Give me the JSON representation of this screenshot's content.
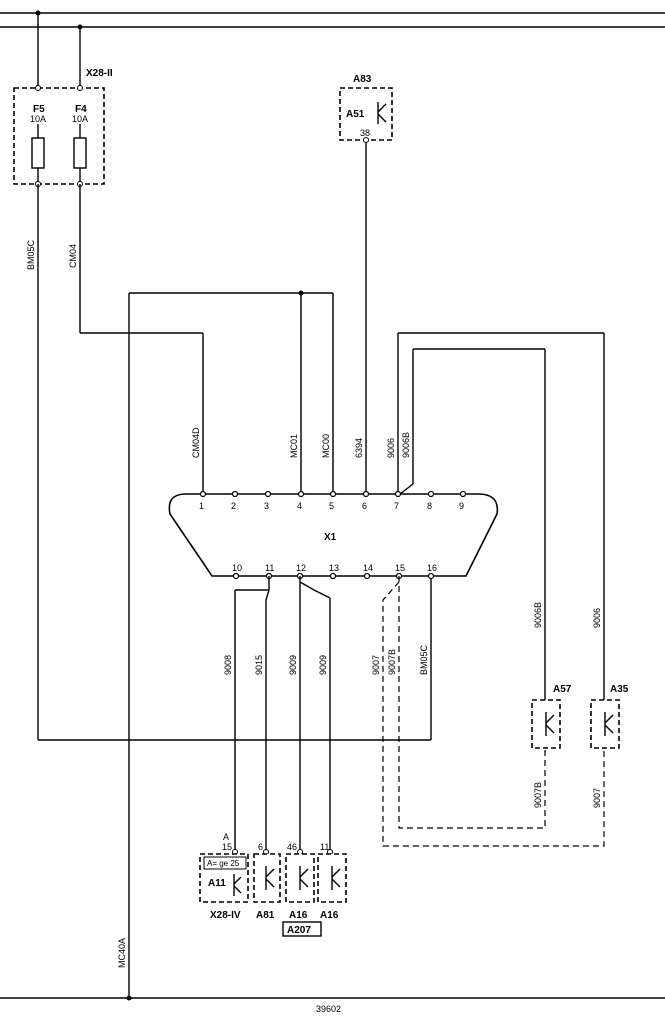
{
  "connector_x1": {
    "label": "X1",
    "top_pins": [
      "1",
      "2",
      "3",
      "4",
      "5",
      "6",
      "7",
      "8",
      "9"
    ],
    "bottom_pins": [
      "10",
      "11",
      "12",
      "13",
      "14",
      "15",
      "16"
    ]
  },
  "fuse_block": {
    "label": "X28-II",
    "fuses": [
      {
        "id": "F5",
        "rating": "10A"
      },
      {
        "id": "F4",
        "rating": "10A"
      }
    ]
  },
  "module_top": {
    "group": "A83",
    "label": "A51",
    "pin": "38"
  },
  "wires": {
    "bm05c_left": "BM05C",
    "cm04": "CM04",
    "cm04d": "CM04D",
    "mc01": "MC01",
    "mc00": "MC00",
    "w6394": "6394",
    "w9006": "9006",
    "w9006b_top": "9006B",
    "w9008": "9008",
    "w9015": "9015",
    "w9009a": "9009",
    "w9009b": "9009",
    "w9007": "9007",
    "w9007b": "9007B",
    "bm05c_right": "BM05C",
    "w9006b_side": "9006B",
    "w9005_side": "9006",
    "w9007b_low": "9007B",
    "w9007_low": "9007",
    "mc40a": "MC40A"
  },
  "side_modules": [
    {
      "label": "A57"
    },
    {
      "label": "A35"
    }
  ],
  "bottom_modules": {
    "a11": {
      "pin": "15",
      "pin_top": "A",
      "note": "A= ge 25",
      "label": "A11",
      "below": "X28-IV"
    },
    "a81": {
      "pin": "6",
      "label": "A81"
    },
    "a16a": {
      "pin": "46",
      "label": "A16"
    },
    "a16b": {
      "pin": "11",
      "label": "A16"
    },
    "group": "A207"
  },
  "footer_code": "39602"
}
